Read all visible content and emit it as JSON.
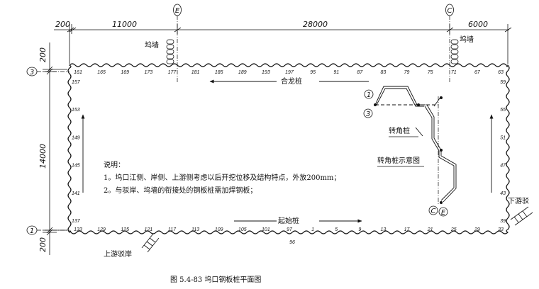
{
  "dimensions": {
    "top": [
      "200",
      "11000",
      "28000",
      "6000"
    ],
    "left": [
      "200",
      "14000",
      "200"
    ]
  },
  "axes": {
    "E": "E",
    "C": "C",
    "n3": "3",
    "n1": "1"
  },
  "labels": {
    "dock_wall_left": "坞墙",
    "dock_wall_right": "坞墙",
    "closure_pile": "合龙桩",
    "start_pile": "起始桩",
    "corner_pile": "转角桩",
    "corner_pile_diagram": "转角桩示意图",
    "upstream_bank": "上游驳岸",
    "downstream_bank": "下游驳"
  },
  "notes": {
    "title": "说明：",
    "line1": "1。坞口江侧、岸侧、上游侧考虑以后开挖位移及结构特点，外放200mm；",
    "line2": "2。与驳岸、坞墙的衔接处的钢板桩需加焊钢板；"
  },
  "pile_numbers": {
    "top": [
      "161",
      "165",
      "169",
      "173",
      "177",
      "181",
      "185",
      "189",
      "193",
      "197",
      "95",
      "91",
      "87",
      "83",
      "79",
      "75",
      "71",
      "67",
      "63"
    ],
    "bottom": [
      "133",
      "129",
      "125",
      "121",
      "117",
      "113",
      "109",
      "105",
      "101",
      "97",
      "1",
      "5",
      "9",
      "13",
      "17",
      "21",
      "25",
      "29",
      "33"
    ],
    "bottom_extra": "96",
    "left": [
      "157",
      "153",
      "149",
      "145",
      "141",
      "137"
    ],
    "right": [
      "59",
      "55",
      "51",
      "47",
      "43",
      "39"
    ]
  },
  "caption": "图 5.4-83   坞口钢板桩平面图"
}
